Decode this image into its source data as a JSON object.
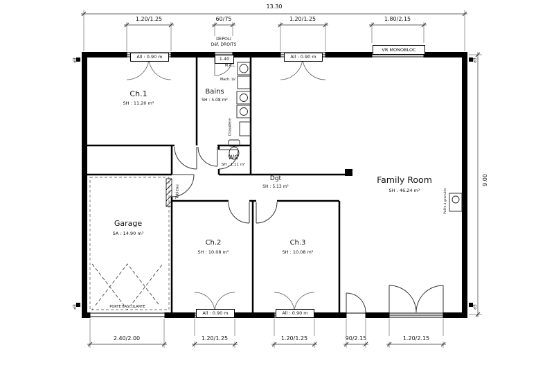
{
  "dims": {
    "total_width": "13.30",
    "height": "9.00",
    "top": [
      "1.20/1.25",
      "60/75",
      "1.20/1.25",
      "1.80/2.15"
    ],
    "bottom": [
      "2.40/2.00",
      "1.20/1.25",
      "1.20/1.25",
      "90/2.15",
      "1.20/2.15"
    ]
  },
  "rooms": {
    "ch1": {
      "name": "Ch.1",
      "area": "SH : 11.20 m²"
    },
    "bains": {
      "name": "Bains",
      "area": "SH : 5.08 m²"
    },
    "wc": {
      "name": "WC",
      "area": "SH : 1.11 m²"
    },
    "dgt": {
      "name": "Dgt",
      "area": "SH : 5.13 m²"
    },
    "family": {
      "name": "Family Room",
      "area": "SH : 46.24 m²"
    },
    "garage": {
      "name": "Garage",
      "area": "SA : 14.90 m²"
    },
    "ch2": {
      "name": "Ch.2",
      "area": "SH : 10.08 m²"
    },
    "ch3": {
      "name": "Ch.3",
      "area": "SH : 10.08 m²"
    }
  },
  "labels": {
    "sill_090": "All : 0.90 m",
    "sill_140": "1.40",
    "depoli1": "DEPOLI",
    "depoli2": "Déf. DROITS",
    "vr": "VR MONOBLOC",
    "mal": "M.A.L.",
    "lv": "Mach. LV",
    "chaudiere": "Chaudière",
    "tableau": "Tableau",
    "porte": "PORTE BASCULANTE",
    "poele": "Poêle à granulés",
    "ep": "EP"
  }
}
